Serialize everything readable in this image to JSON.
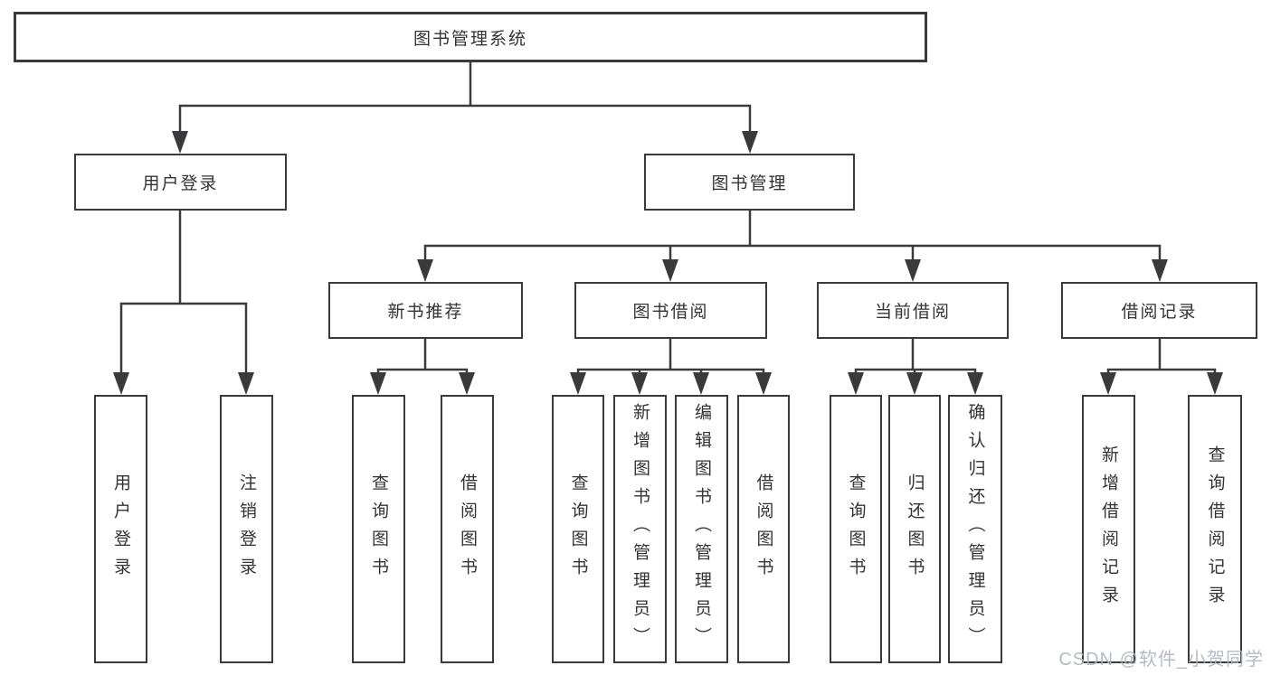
{
  "colors": {
    "line": "#3a3a3c",
    "text": "#333333",
    "background": "#ffffff",
    "watermark": "#aeb2bc"
  },
  "watermark": {
    "text": "CSDN @软件_小贺同学"
  },
  "tree": {
    "root": {
      "label": "图书管理系统"
    },
    "branches": [
      {
        "label": "用户登录",
        "leaves": [
          {
            "label": "用户登录"
          },
          {
            "label": "注销登录"
          }
        ]
      },
      {
        "label": "图书管理",
        "groups": [
          {
            "label": "新书推荐",
            "leaves": [
              {
                "label": "查询图书"
              },
              {
                "label": "借阅图书"
              }
            ]
          },
          {
            "label": "图书借阅",
            "leaves": [
              {
                "label": "查询图书"
              },
              {
                "label": "新增图书（管理员）"
              },
              {
                "label": "编辑图书（管理员）"
              },
              {
                "label": "借阅图书"
              }
            ]
          },
          {
            "label": "当前借阅",
            "leaves": [
              {
                "label": "查询图书"
              },
              {
                "label": "归还图书"
              },
              {
                "label": "确认归还（管理员）"
              }
            ]
          },
          {
            "label": "借阅记录",
            "leaves": [
              {
                "label": "新增借阅记录"
              },
              {
                "label": "查询借阅记录"
              }
            ]
          }
        ]
      }
    ]
  }
}
